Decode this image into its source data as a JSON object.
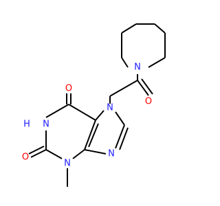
{
  "molecule": {
    "atom_labels": {
      "o_top": "O",
      "nh": "H",
      "n_h": "N",
      "o_left": "O",
      "n_methyl": "N",
      "n_ring_bottom": "N",
      "n_ring_top": "N",
      "o_carbonyl": "O",
      "n_piperidine": "N"
    }
  },
  "colors": {
    "bond": "#000000",
    "nitrogen": "#2020ff",
    "oxygen": "#ff0000",
    "background": "#ffffff"
  }
}
